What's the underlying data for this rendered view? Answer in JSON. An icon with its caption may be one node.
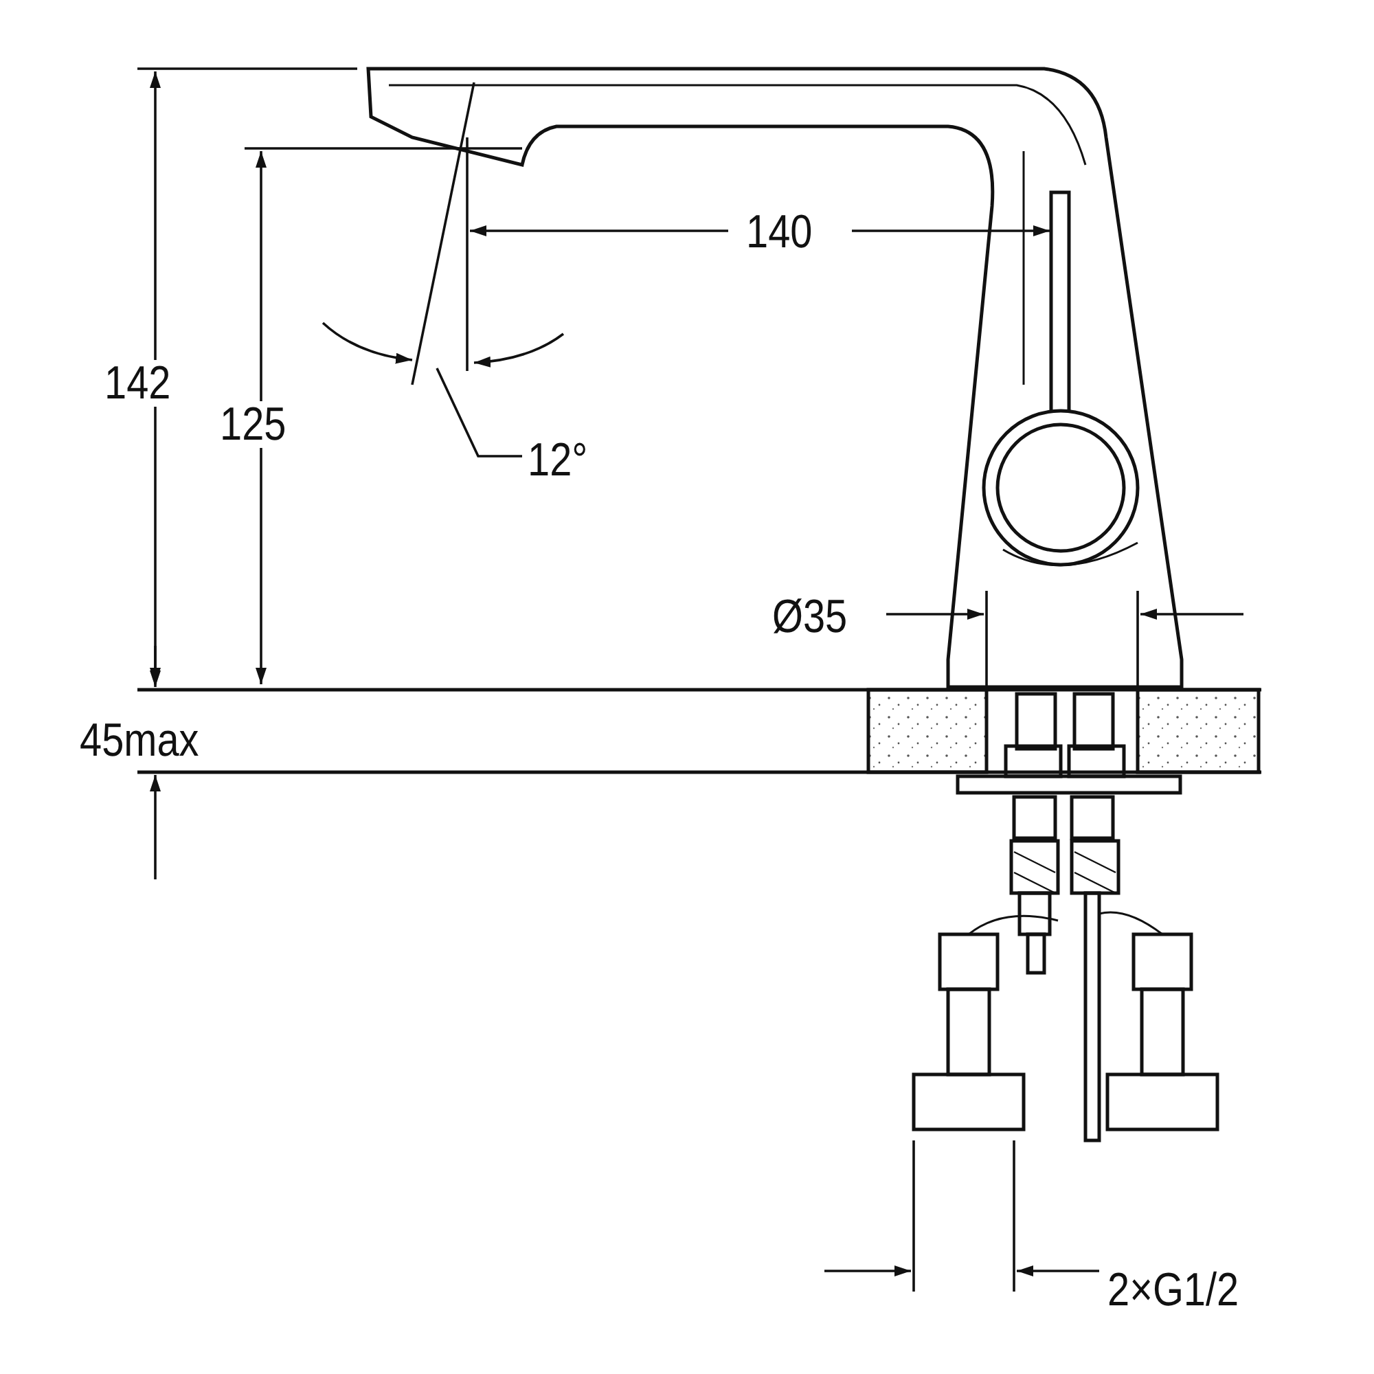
{
  "diagram": {
    "labels": [
      "142",
      "125",
      "140",
      "12°",
      "Ø35",
      "45max",
      "2×G1/2"
    ]
  }
}
